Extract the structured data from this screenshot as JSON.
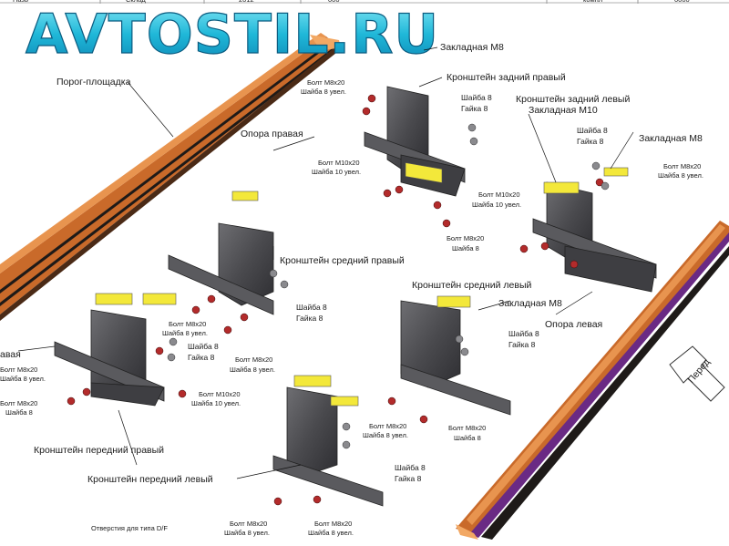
{
  "watermark": "AVTOSTIL.RU",
  "arrow_label": "Перед",
  "header_fragments": [
    "Назв",
    "Склад",
    "2012",
    "000",
    "компл",
    "0000"
  ],
  "labels": {
    "porog": "Порог-площадка",
    "opora_pravaya": "Опора правая",
    "opora_levaya": "Опора левая",
    "zakladnaya_m8": "Закладная M8",
    "zakladnaya_m10": "Закладная M10",
    "kr_zadniy_pravyi": "Кронштейн задний правый",
    "kr_zadniy_levyi": "Кронштейн задний левый",
    "kr_sredniy_pravyi": "Кронштейн средний правый",
    "kr_sredniy_levyi": "Кронштейн средний левый",
    "kr_peredniy_pravyi": "Кронштейн передний правый",
    "kr_peredniy_levyi": "Кронштейн передний левый",
    "shaiba8": "Шайба 8",
    "gaika8": "Гайка 8",
    "bolt_m8": "Болт M8x20",
    "bolt_m10": "Болт M10x20",
    "shaiba8_uvel": "Шайба 8 увел.",
    "shaiba10_uvel": "Шайба 10 увел.",
    "otverstiya": "Отверстия для типа D/F",
    "avaya": "авая"
  }
}
